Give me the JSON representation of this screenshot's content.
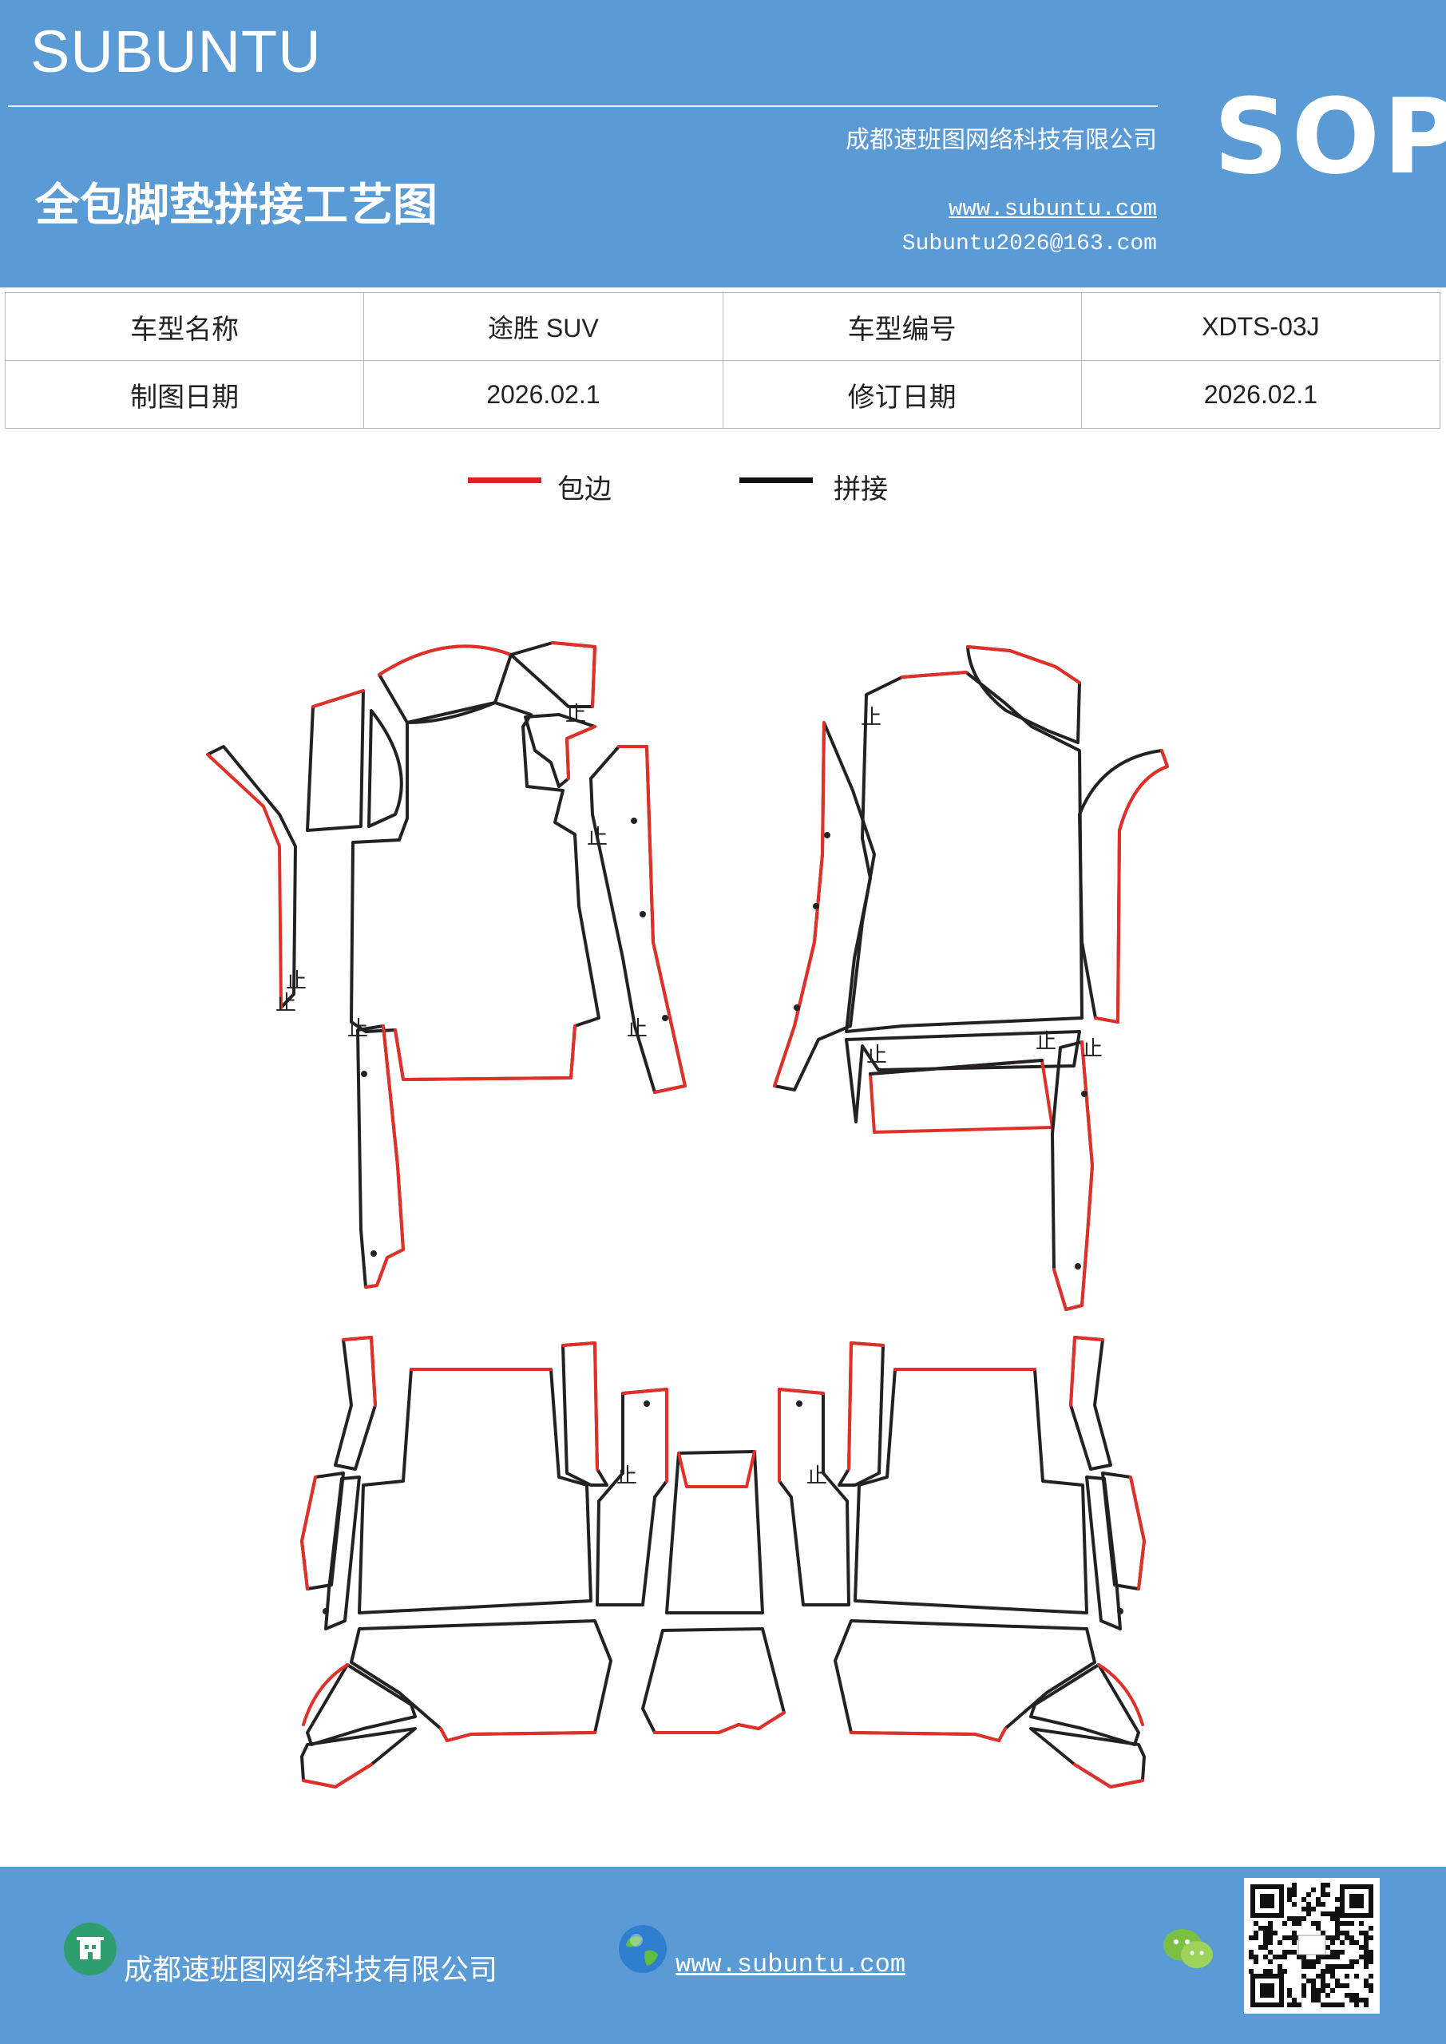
{
  "header": {
    "brand": "SUBUNTU",
    "sop": "SOP",
    "title": "全包脚垫拼接工艺图",
    "company": "成都速班图网络科技有限公司",
    "website": "www.subuntu.com",
    "email": "Subuntu2026@163.com"
  },
  "info_table": {
    "rows": [
      [
        "车型名称",
        "途胜 SUV",
        "车型编号",
        "XDTS-03J"
      ],
      [
        "制图日期",
        "2026.02.1",
        "修订日期",
        "2026.02.1"
      ]
    ]
  },
  "legend": {
    "items": [
      {
        "label": "包边",
        "color": "#e02020"
      },
      {
        "label": "拼接",
        "color": "#111111"
      }
    ]
  },
  "diagram": {
    "stop_mark": "止",
    "colors": {
      "edge": "#e0302a",
      "seam": "#222222"
    }
  },
  "footer": {
    "company": "成都速班图网络科技有限公司",
    "website": "www.subuntu.com",
    "icons": [
      "building-icon",
      "globe-icon",
      "wechat-icon",
      "qr-code"
    ]
  }
}
